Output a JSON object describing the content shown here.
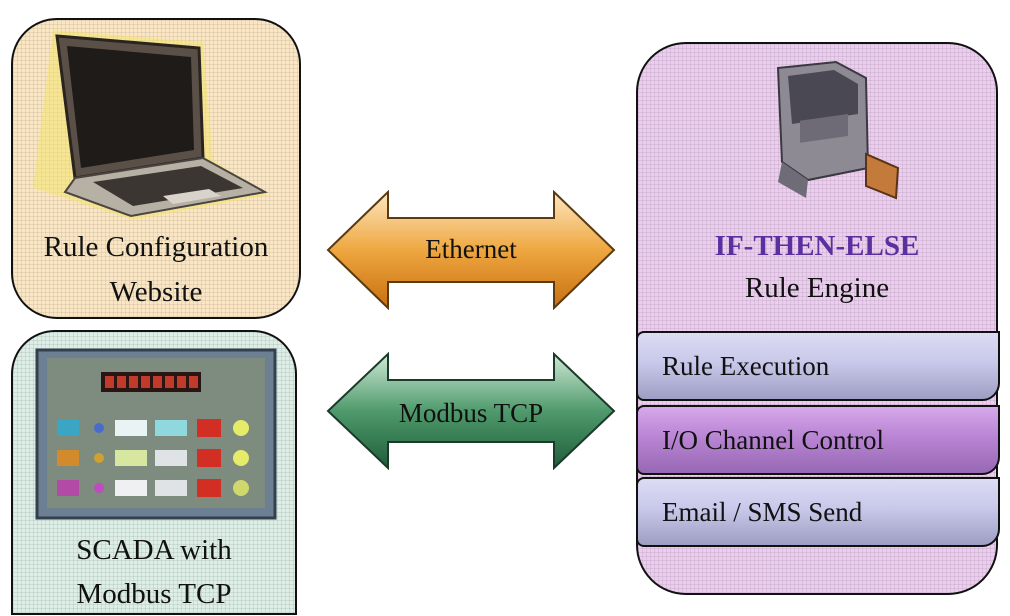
{
  "laptop": {
    "caption_line1": "Rule Configuration",
    "caption_line2": "Website"
  },
  "scada": {
    "caption_line1": "SCADA with",
    "caption_line2": "Modbus TCP",
    "display_text": "00000000"
  },
  "links": {
    "ethernet": "Ethernet",
    "modbus": "Modbus TCP"
  },
  "engine": {
    "title": "IF-THEN-ELSE",
    "subtitle": "Rule Engine",
    "functions": [
      "Rule Execution",
      "I/O Channel Control",
      "Email / SMS Send"
    ]
  },
  "colors": {
    "laptop_panel": "#fbe6c4",
    "scada_panel": "#dceee6",
    "engine_panel": "#eccdf0",
    "ethernet_arrow": "#e08a1a",
    "modbus_arrow": "#2f7a4f",
    "title_accent": "#5b2fa0"
  },
  "icons": {
    "laptop": "laptop-icon",
    "hmi": "hmi-panel-icon",
    "controller": "plc-controller-icon"
  }
}
